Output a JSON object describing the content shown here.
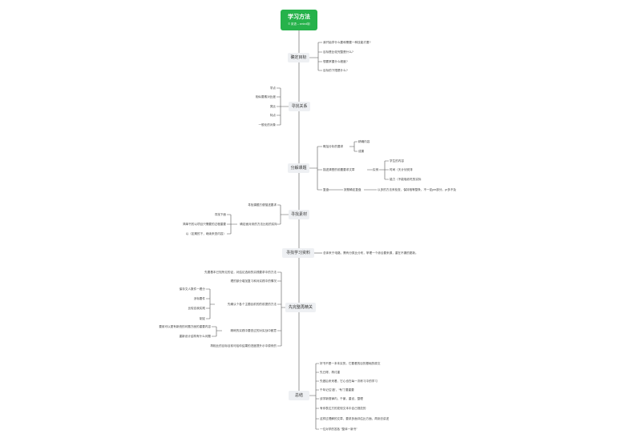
{
  "root": {
    "title": "学习方法",
    "subtitle": "© 英语 – xmind制"
  },
  "branches": [
    {
      "label": "确定目标",
      "items": [
        "我开始学什么要和需要一种技能才要?",
        "目标是比较完整是什么?",
        "想要掌握什么程度?",
        "目标的下限是什么?"
      ]
    },
    {
      "label": "寻找关系",
      "items": [
        "学点",
        "相似要素对比度",
        "类比",
        "特点",
        "一般化的对象"
      ]
    },
    {
      "label": "分解课题",
      "sub1": {
        "label": "概括分析的要求",
        "items": [
          "精确内容",
          "成果"
        ]
      },
      "sub2": {
        "label": "描述清楚的前置要求文章",
        "mid": "实例",
        "items": [
          "学生的内容",
          "时间（天计划安排",
          "能力（不能吸收吃的实际"
        ]
      },
      "sub3": {
        "label": "复盘",
        "mid": "按照确定复盘",
        "tail": "以多的方法来检查，保持相等整条，不一定pm部分。pr多不及"
      }
    },
    {
      "label": "寻找素材",
      "items": [
        "寻找课题方便描述要求",
        "寻找下面",
        "简单书的以项目只需要的过程重要",
        "以（定期的下，继续来查内容）"
      ],
      "mid": "确定面对到的方法比较的实际"
    },
    {
      "label": "寻找学习资料",
      "tail": "总体来于电路，需有分类比分布，掌理一个综合要来源，重在不漏的更新。"
    },
    {
      "label": "先完整再精关",
      "items": [
        "先要基本已知所见的证，对结论选用的实践要求中的方法",
        "理的部分增加复习和对实践中的情况"
      ],
      "sub": {
        "label": "先确认个各个主题目前的的前提的方法",
        "items": [
          "保存文人数件一看分",
          "涉标要件",
          "比较自我实践",
          "制定"
        ]
      },
      "sub2": {
        "label": "精练的实践中要查过的对实战中都意",
        "items": [
          "要用可以更有新统的问题方面的重要内容",
          "重新设计结构有什么问题"
        ]
      },
      "tail": "再相比的目标目前可给你结果的进度提升示中原来的"
    },
    {
      "label": "总结",
      "items": [
        "好书不是一本本实的，它要看的目的基础的原文",
        "先已得，再讨重",
        "先做后来来看，它心也在每一次练习中的学习",
        "千年记住‘错’，‘专门’要重要",
        "该学新规律内，千景，重设，整理",
        "有你表达方的发现文本中自己规范的",
        "这样过理解的文章，要求多面评估比方面，再到去讲述",
        "一位对学的答各 “整体一新书”"
      ]
    }
  ]
}
